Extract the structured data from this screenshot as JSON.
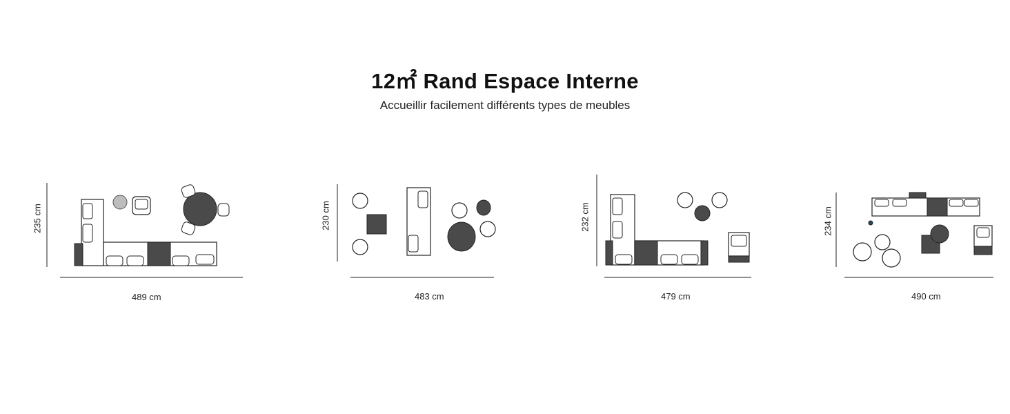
{
  "header": {
    "title": "12㎡ Rand Espace Interne",
    "subtitle": "Accueillir facilement différents types de meubles"
  },
  "layouts": [
    {
      "width_label": "489 cm",
      "height_label": "235 cm"
    },
    {
      "width_label": "483 cm",
      "height_label": "230 cm"
    },
    {
      "width_label": "479 cm",
      "height_label": "232 cm"
    },
    {
      "width_label": "490 cm",
      "height_label": "234 cm"
    }
  ],
  "colors": {
    "dark_furniture": "#4a4a4a",
    "outline": "#222222",
    "light_rug": "#bdbdbd",
    "accent_dot": "#1f4f5a"
  }
}
